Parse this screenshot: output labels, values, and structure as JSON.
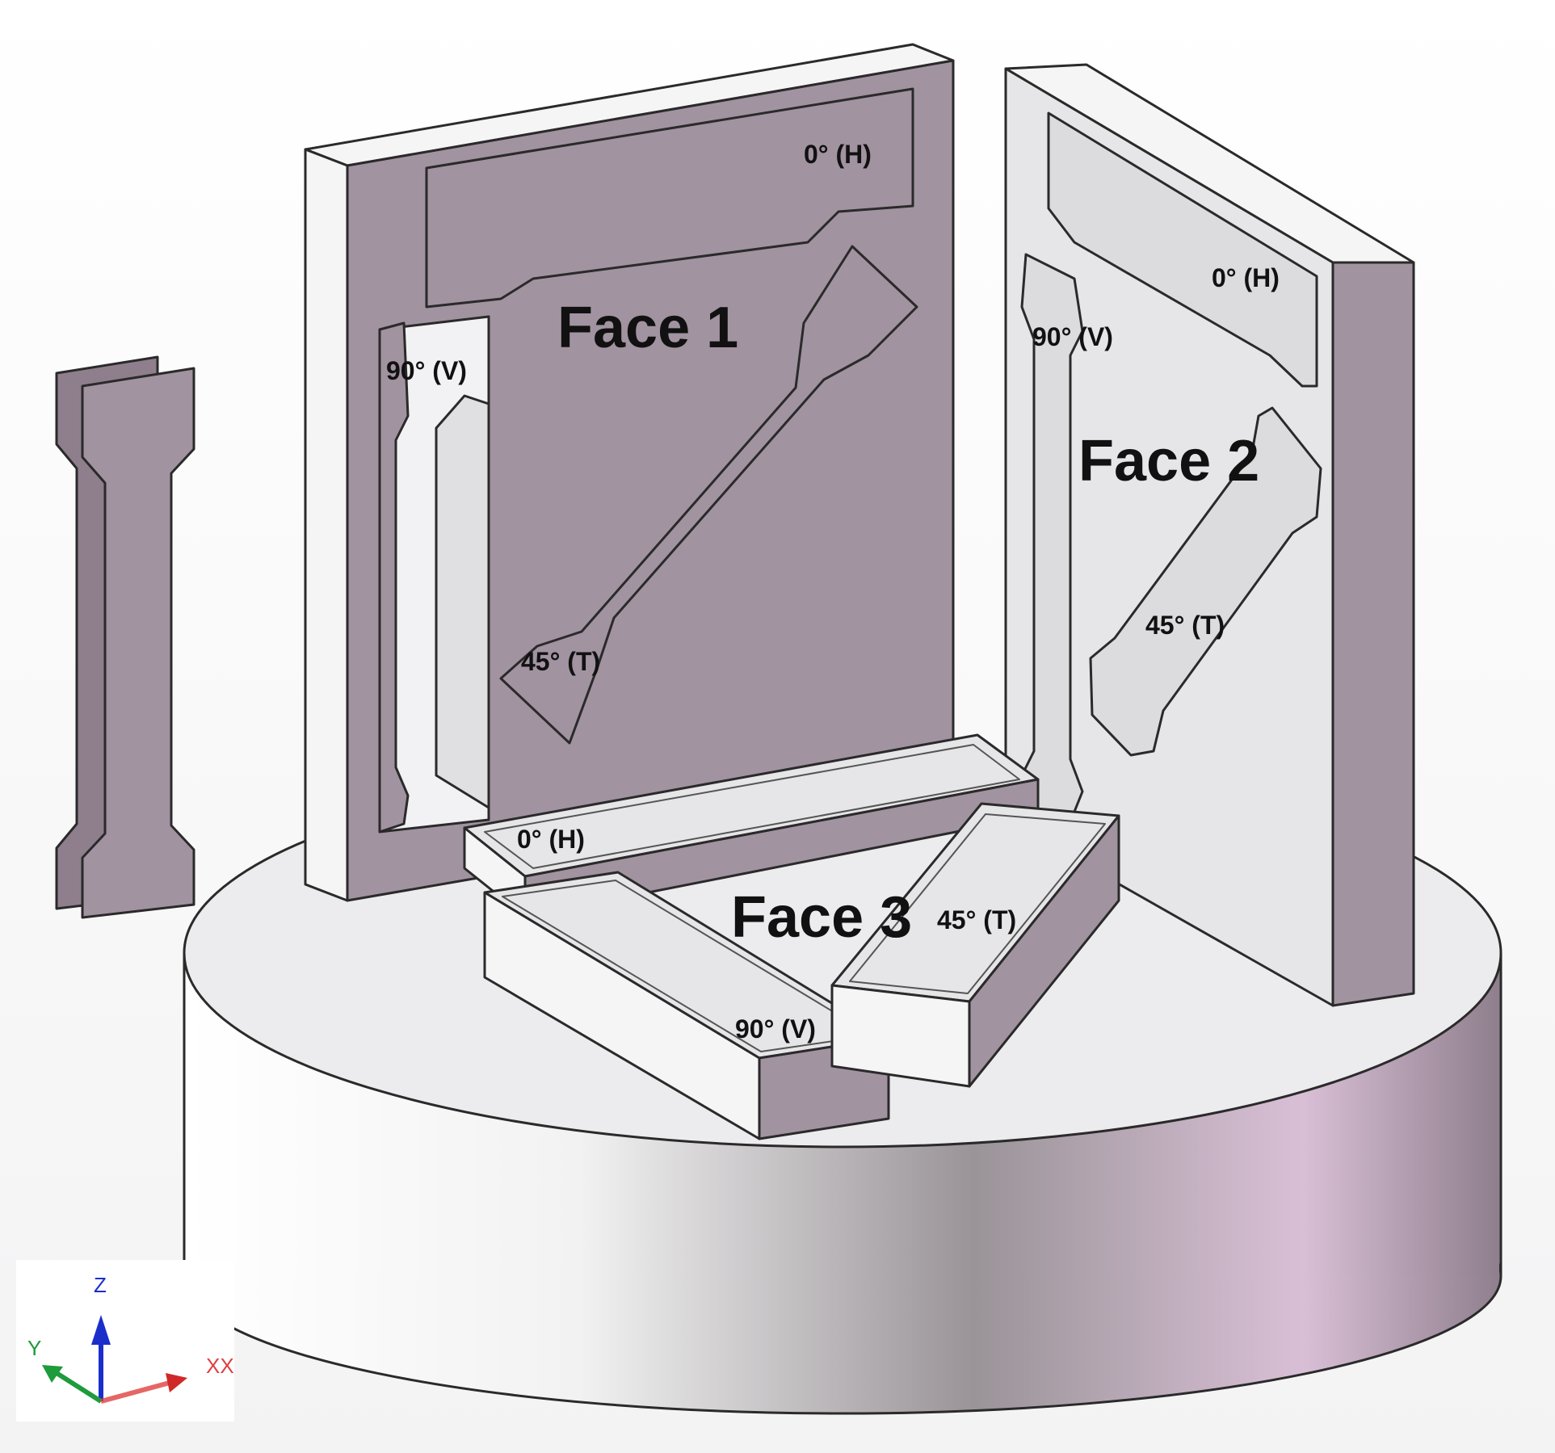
{
  "colors": {
    "purple": "#a293a1",
    "purple_dark": "#8f7f8d",
    "light": "#e6e6e8",
    "white": "#f7f7f7",
    "outline": "#2a2a2a",
    "axis_z": "#1a2fc9",
    "axis_y": "#1e9b3a",
    "axis_x": "#e04040"
  },
  "faces": {
    "face1": "Face 1",
    "face2": "Face 2",
    "face3": "Face 3"
  },
  "orientations": {
    "h": "0°  (H)",
    "v": "90°  (V)",
    "t": "45°  (T)"
  },
  "axes": {
    "z": "Z",
    "y": "Y",
    "x": "XX"
  }
}
